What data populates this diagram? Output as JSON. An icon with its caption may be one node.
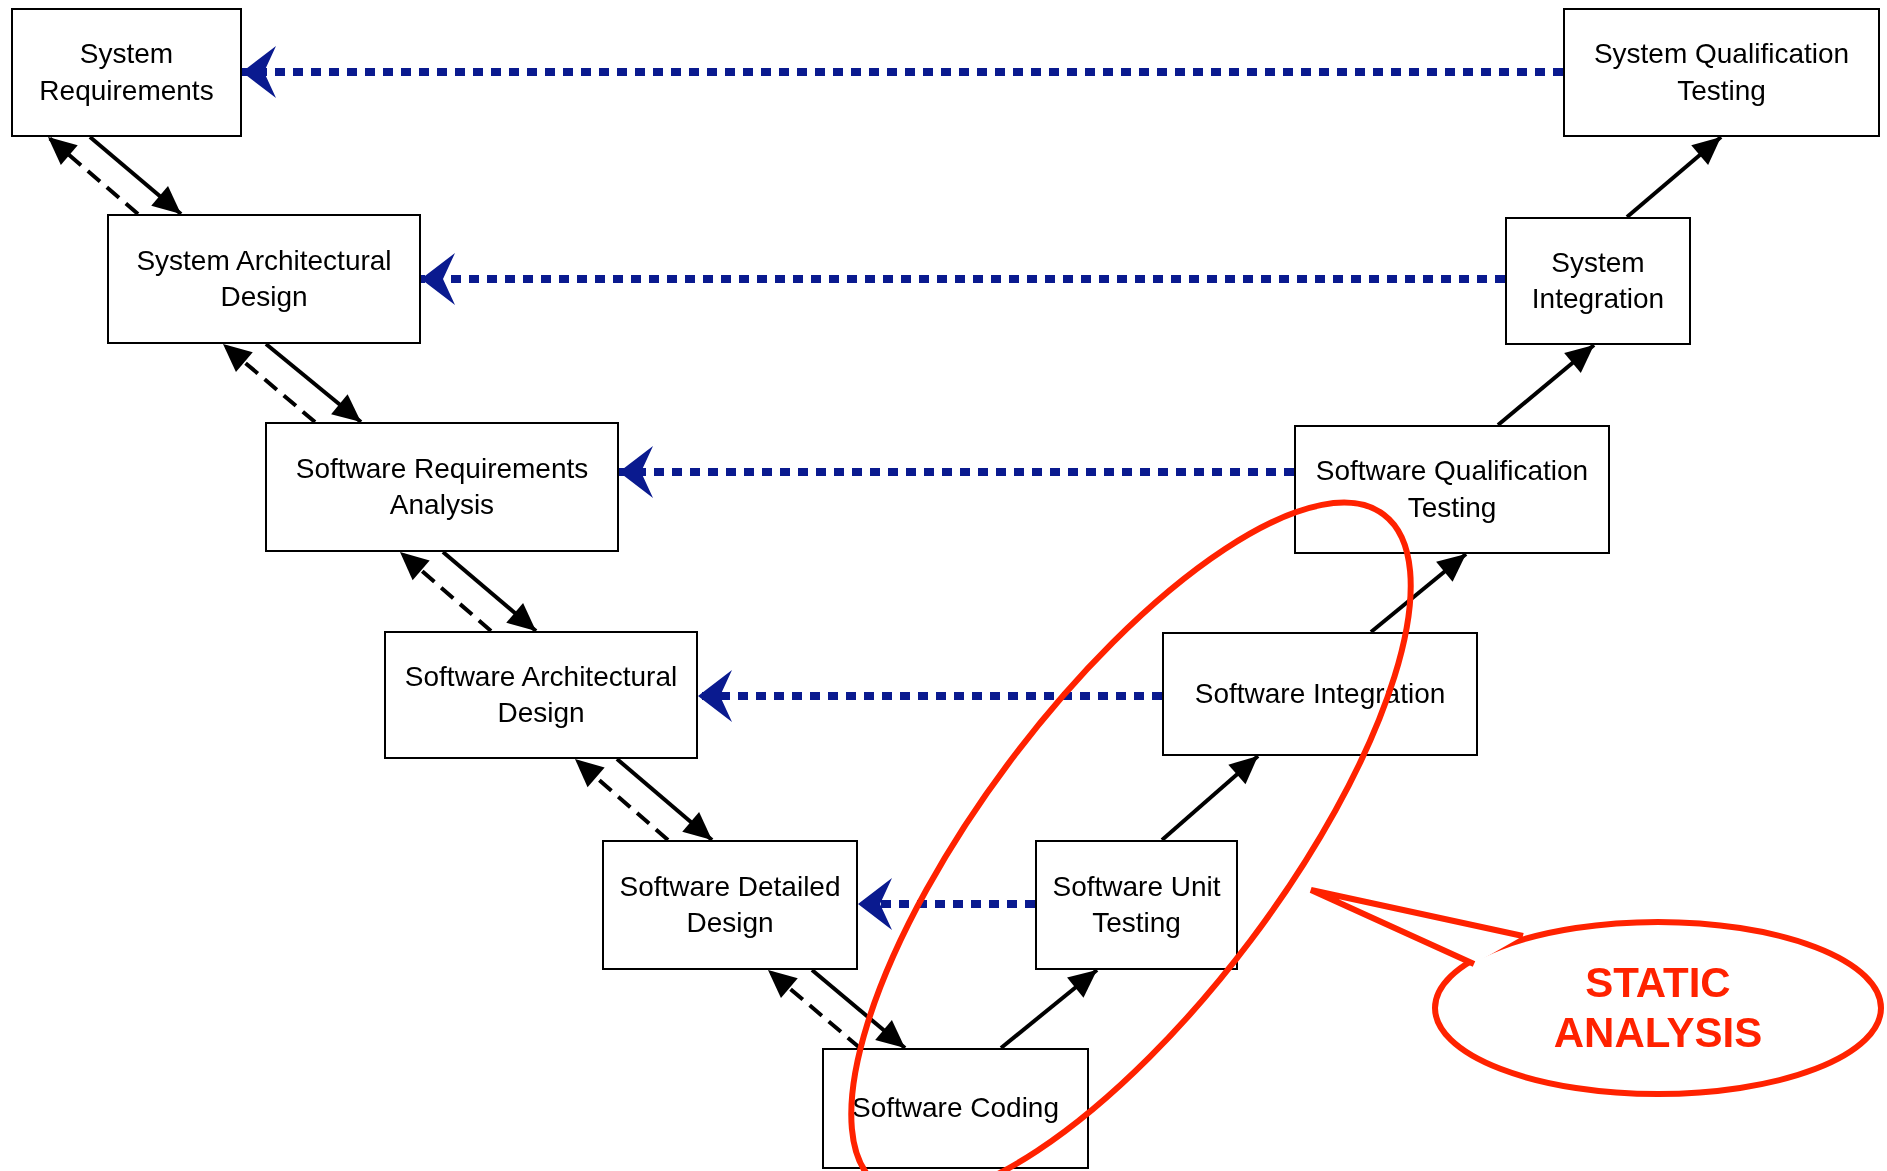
{
  "diagram": {
    "nodes": [
      {
        "text": [
          "System Requirements"
        ]
      },
      {
        "text": [
          "System Architectural Design"
        ]
      },
      {
        "text": [
          "Software Requirements Analysis"
        ]
      },
      {
        "text": [
          "Software Architectural Design"
        ]
      },
      {
        "text": [
          "Software Detailed Design"
        ]
      },
      {
        "text": [
          "Software Coding"
        ]
      },
      {
        "text": [
          "Software Unit Testing"
        ]
      },
      {
        "text": [
          "Software Integration"
        ]
      },
      {
        "text": [
          "Software Qualification Testing"
        ]
      },
      {
        "text": [
          "System Integration"
        ]
      },
      {
        "text": [
          "System Qualification Testing"
        ]
      },
      {
        "text": [
          "STATIC ANALYSIS"
        ]
      }
    ],
    "edges": [
      {
        "from": 0,
        "to": 1,
        "arrow": "to"
      },
      {
        "from": 1,
        "to": 0,
        "arrow": "to",
        "style": "dashed"
      },
      {
        "from": 1,
        "to": 2,
        "arrow": "to"
      },
      {
        "from": 2,
        "to": 1,
        "arrow": "to",
        "style": "dashed"
      },
      {
        "from": 2,
        "to": 3,
        "arrow": "to"
      },
      {
        "from": 3,
        "to": 2,
        "arrow": "to",
        "style": "dashed"
      },
      {
        "from": 3,
        "to": 4,
        "arrow": "to"
      },
      {
        "from": 4,
        "to": 3,
        "arrow": "to",
        "style": "dashed"
      },
      {
        "from": 4,
        "to": 5,
        "arrow": "to"
      },
      {
        "from": 5,
        "to": 4,
        "arrow": "to",
        "style": "dashed"
      },
      {
        "from": 5,
        "to": 6,
        "arrow": "to"
      },
      {
        "from": 6,
        "to": 7,
        "arrow": "to"
      },
      {
        "from": 7,
        "to": 8,
        "arrow": "to"
      },
      {
        "from": 8,
        "to": 9,
        "arrow": "to"
      },
      {
        "from": 9,
        "to": 10,
        "arrow": "to"
      },
      {
        "from": 10,
        "to": 0,
        "arrow": "to",
        "style": "dashed",
        "color": "#0a1a8f"
      },
      {
        "from": 9,
        "to": 1,
        "arrow": "to",
        "style": "dashed",
        "color": "#0a1a8f"
      },
      {
        "from": 8,
        "to": 2,
        "arrow": "to",
        "style": "dashed",
        "color": "#0a1a8f"
      },
      {
        "from": 7,
        "to": 3,
        "arrow": "to",
        "style": "dashed",
        "color": "#0a1a8f"
      },
      {
        "from": 6,
        "to": 4,
        "arrow": "to",
        "style": "dashed",
        "color": "#0a1a8f"
      }
    ]
  }
}
